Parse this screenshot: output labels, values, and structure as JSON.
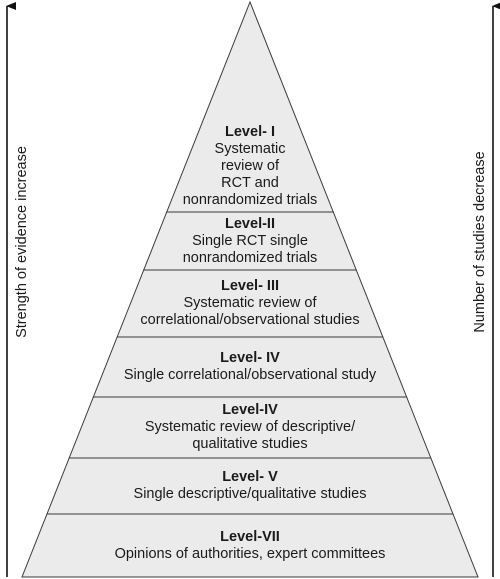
{
  "left_axis_label": "Strength of evidence increase",
  "right_axis_label": "Number of studies decrease",
  "levels": [
    {
      "heading": "Level- I",
      "lines": [
        "Systematic",
        "review of",
        "RCT and",
        "nonrandomized trials"
      ]
    },
    {
      "heading": "Level-II",
      "lines": [
        "Single RCT single",
        "nonrandomized trials"
      ]
    },
    {
      "heading": "Level- III",
      "lines": [
        "Systematic review of",
        "correlational/observational studies"
      ]
    },
    {
      "heading": "Level- IV",
      "lines": [
        "Single correlational/observational study"
      ]
    },
    {
      "heading": "Level-IV",
      "lines": [
        "Systematic review of descriptive/",
        "qualitative studies"
      ]
    },
    {
      "heading": "Level- V",
      "lines": [
        "Single descriptive/qualitative studies"
      ]
    },
    {
      "heading": "Level-VII",
      "lines": [
        "Opinions of authorities, expert committees"
      ]
    }
  ],
  "colors": {
    "fill": "#ebebeb",
    "stroke": "#3a3a3a"
  }
}
